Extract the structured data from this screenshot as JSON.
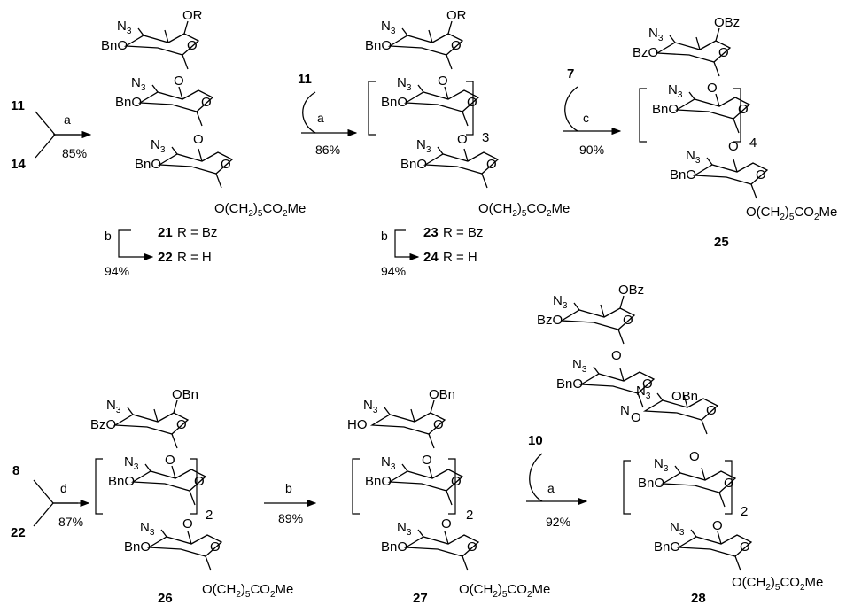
{
  "compounds": {
    "c11": "11",
    "c14": "14",
    "c21": "21",
    "c22": "22",
    "c23": "23",
    "c24": "24",
    "c25": "25",
    "c7": "7",
    "c8": "8",
    "c26": "26",
    "c27": "27",
    "c10": "10",
    "c28": "28"
  },
  "reagents": {
    "a": "a",
    "b": "b",
    "c": "c",
    "d": "d"
  },
  "yields": {
    "y21": "85%",
    "y22": "94%",
    "y23": "86%",
    "y24": "94%",
    "y25": "90%",
    "y26": "87%",
    "y27": "89%",
    "y28": "92%"
  },
  "rgroups": {
    "r21": "R = Bz",
    "r22": "R = H",
    "r23": "R = Bz",
    "r24": "R = H"
  },
  "repeat": {
    "r3": "3",
    "r4": "4",
    "r2a": "2",
    "r2b": "2",
    "r2c": "2"
  },
  "atoms": {
    "OR": "OR",
    "OBz": "OBz",
    "OBn": "OBn",
    "O": "O",
    "N": "N",
    "n3": "3",
    "BnO": "BnO",
    "BzO": "BzO",
    "HO": "HO",
    "linker_a": "O(CH",
    "linker_b": "2",
    "linker_c": ")",
    "linker_d": "5",
    "linker_e": "CO",
    "linker_f": "2",
    "linker_g": "Me"
  }
}
